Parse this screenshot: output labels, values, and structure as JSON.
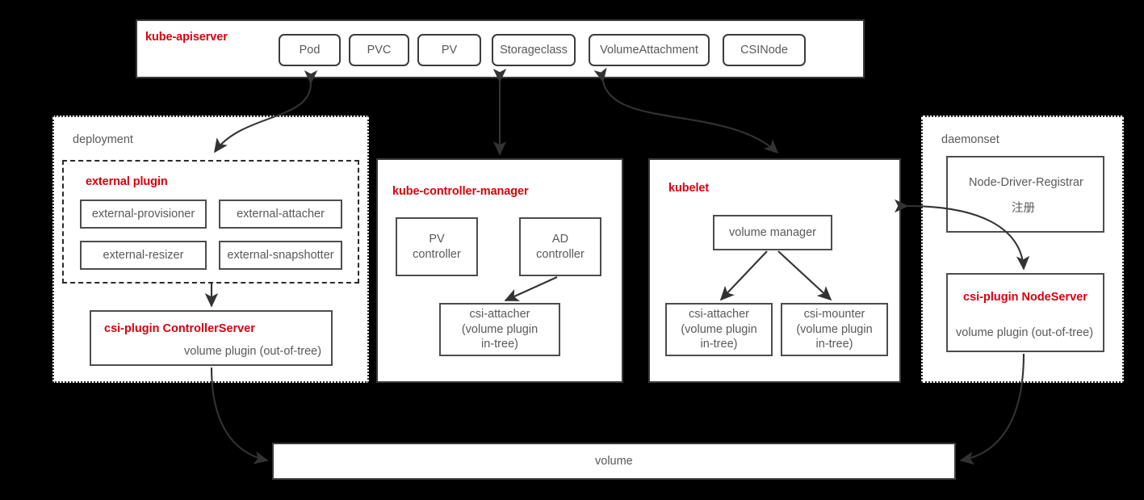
{
  "diagram": {
    "title": "Kubernetes CSI volume plugin architecture",
    "background_color": "#000000",
    "accent_color": "#d9000d",
    "box_text_color": "#595959",
    "edge_color": "#333333"
  },
  "apiserver": {
    "label": "kube-apiserver",
    "resources": [
      {
        "label": "Pod"
      },
      {
        "label": "PVC"
      },
      {
        "label": "PV"
      },
      {
        "label": "Storageclass"
      },
      {
        "label": "VolumeAttachment"
      },
      {
        "label": "CSINode"
      }
    ]
  },
  "deployment": {
    "label": "deployment",
    "external_plugin": {
      "label": "external plugin",
      "items": [
        {
          "label": "external-provisioner"
        },
        {
          "label": "external-attacher"
        },
        {
          "label": "external-resizer"
        },
        {
          "label": "external-snapshotter"
        }
      ]
    },
    "controller_server": {
      "title": "csi-plugin  ControllerServer",
      "subtitle": "volume plugin (out-of-tree)"
    }
  },
  "controller_manager": {
    "label": "kube-controller-manager",
    "controllers": [
      {
        "label": "PV\ncontroller"
      },
      {
        "label": "AD\ncontroller"
      }
    ],
    "attacher": {
      "label": "csi-attacher\n(volume plugin\nin-tree)"
    }
  },
  "kubelet": {
    "label": "kubelet",
    "volume_manager": {
      "label": "volume manager"
    },
    "plugins": [
      {
        "label": "csi-attacher\n(volume plugin\nin-tree)"
      },
      {
        "label": "csi-mounter\n(volume plugin\nin-tree)"
      }
    ]
  },
  "daemonset": {
    "label": "daemonset",
    "registrar": {
      "title": "Node-Driver-Registrar",
      "subtitle": "注册"
    },
    "node_server": {
      "title": "csi-plugin  NodeServer",
      "subtitle": "volume plugin (out-of-tree)"
    }
  },
  "volume": {
    "label": "volume"
  }
}
